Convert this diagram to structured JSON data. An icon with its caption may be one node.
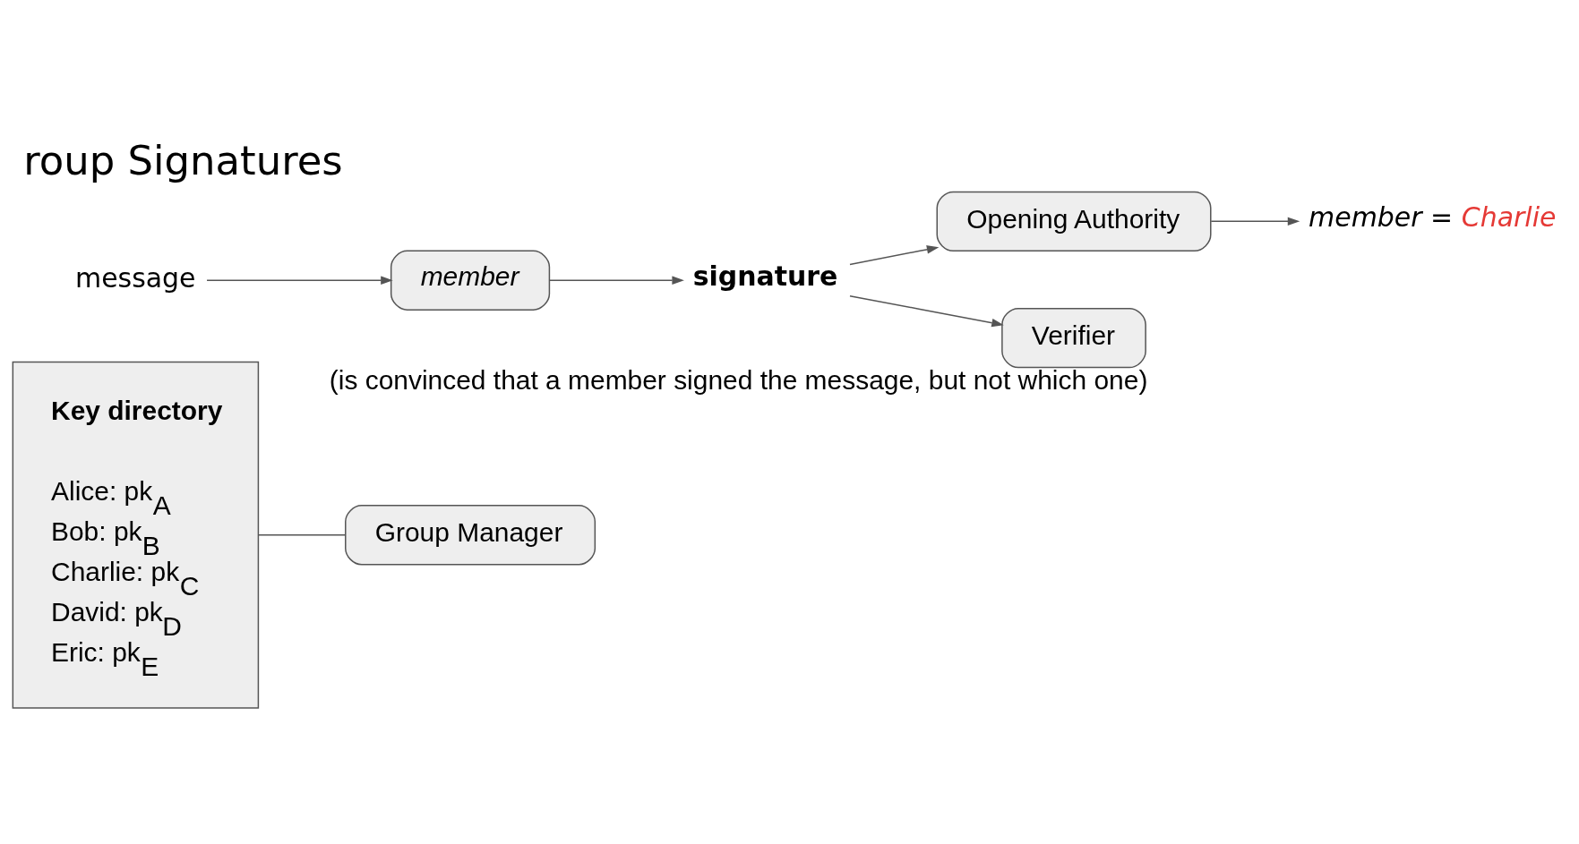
{
  "diagram": {
    "title": "roup Signatures",
    "nodes": [
      {
        "text": [
          "Group Manager"
        ]
      },
      {
        "text": [
          "Key directory",
          "Alice: pk$_{A}$",
          "Bob: pk$_{B}$",
          "Charlie: pk$_{C}$",
          "David: pk$_{D}$",
          "Eric: pk$_{E}$"
        ]
      },
      {
        "text": [
          "Opening Authority"
        ]
      },
      {
        "text": [
          "member =",
          "Charlie"
        ]
      },
      {
        "text": [
          "message"
        ]
      },
      {
        "text": [
          "member"
        ]
      },
      {
        "text": [
          "signature"
        ]
      },
      {
        "text": [
          "Verifier"
        ],
        "beside": [
          "(is convinced that a member signed the message, but not which one)"
        ]
      }
    ],
    "edges": [
      {
        "from": 1,
        "to": 0,
        "arrow": "none"
      },
      {
        "from": 4,
        "to": 5,
        "arrow": "to"
      },
      {
        "from": 5,
        "to": 6,
        "arrow": "to"
      },
      {
        "from": 6,
        "to": 2,
        "arrow": "to"
      },
      {
        "from": 2,
        "to": 3,
        "arrow": "to"
      },
      {
        "from": 6,
        "to": 7,
        "arrow": "to"
      }
    ]
  }
}
